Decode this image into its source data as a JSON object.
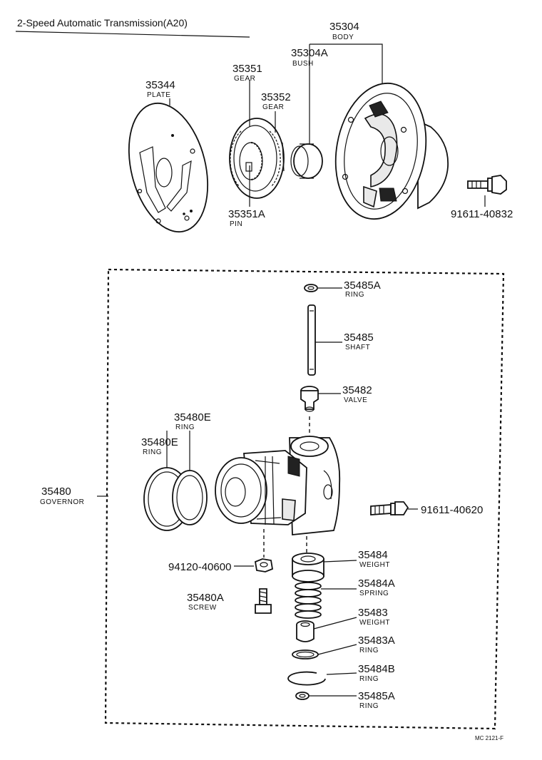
{
  "title": "2-Speed Automatic Transmission(A20)",
  "catalog_code": "MC 2121-F",
  "callouts": [
    {
      "id": "c35304",
      "number": "35304",
      "name": "BODY"
    },
    {
      "id": "c35304a",
      "number": "35304A",
      "name": "BUSH"
    },
    {
      "id": "c35351",
      "number": "35351",
      "name": "GEAR"
    },
    {
      "id": "c35352",
      "number": "35352",
      "name": "GEAR"
    },
    {
      "id": "c35344",
      "number": "35344",
      "name": "PLATE"
    },
    {
      "id": "c35351a",
      "number": "35351A",
      "name": "PIN"
    },
    {
      "id": "c91611_40832",
      "number": "91611-40832",
      "name": ""
    },
    {
      "id": "c35485a_top",
      "number": "35485A",
      "name": "RING"
    },
    {
      "id": "c35485",
      "number": "35485",
      "name": "SHAFT"
    },
    {
      "id": "c35482",
      "number": "35482",
      "name": "VALVE"
    },
    {
      "id": "c35480e_1",
      "number": "35480E",
      "name": "RING"
    },
    {
      "id": "c35480e_2",
      "number": "35480E",
      "name": "RING"
    },
    {
      "id": "c35480",
      "number": "35480",
      "name": "GOVERNOR"
    },
    {
      "id": "c91611_40620",
      "number": "91611-40620",
      "name": ""
    },
    {
      "id": "c94120_40600",
      "number": "94120-40600",
      "name": ""
    },
    {
      "id": "c35484",
      "number": "35484",
      "name": "WEIGHT"
    },
    {
      "id": "c35480a",
      "number": "35480A",
      "name": "SCREW"
    },
    {
      "id": "c35484a",
      "number": "35484A",
      "name": "SPRING"
    },
    {
      "id": "c35483",
      "number": "35483",
      "name": "WEIGHT"
    },
    {
      "id": "c35483a",
      "number": "35483A",
      "name": "RING"
    },
    {
      "id": "c35484b",
      "number": "35484B",
      "name": "RING"
    },
    {
      "id": "c35485a_bot",
      "number": "35485A",
      "name": "RING"
    }
  ]
}
